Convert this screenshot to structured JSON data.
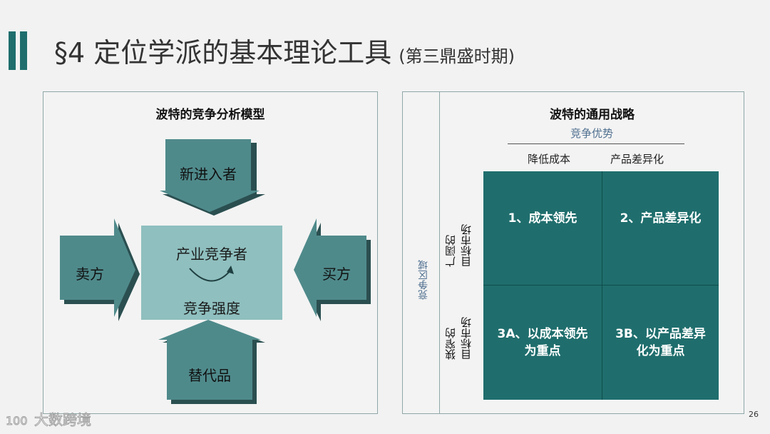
{
  "title": {
    "main": "§4 定位学派的基本理论工具",
    "sub": "(第三鼎盛时期)"
  },
  "porter_model": {
    "title": "波特的竞争分析模型",
    "top": "新进入者",
    "left": "卖方",
    "right": "买方",
    "bottom": "替代品",
    "center_line1": "产业竞争者",
    "center_line2": "竞争强度"
  },
  "generic_strategies": {
    "title": "波特的通用战略",
    "advantage_label": "竞争优势",
    "col1": "降低成本",
    "col2": "产品差异化",
    "scope_label": "竞争区域",
    "row1_line1": "广阔的",
    "row1_line2": "目标市场",
    "row2_line1": "狭窄的",
    "row2_line2": "目标市场",
    "cell_1": "1、成本领先",
    "cell_2": "2、产品差异化",
    "cell_3a_line1": "3A、以成本领先",
    "cell_3a_line2": "为重点",
    "cell_3b_line1": "3B、以产品差异",
    "cell_3b_line2": "化为重点"
  },
  "colors": {
    "accent": "#1f6e6d",
    "center_box": "#8fbfbf",
    "arrow": "#4f8a8b"
  },
  "page_number": "26",
  "watermark": {
    "icon": "100",
    "text": "大数跨境"
  }
}
